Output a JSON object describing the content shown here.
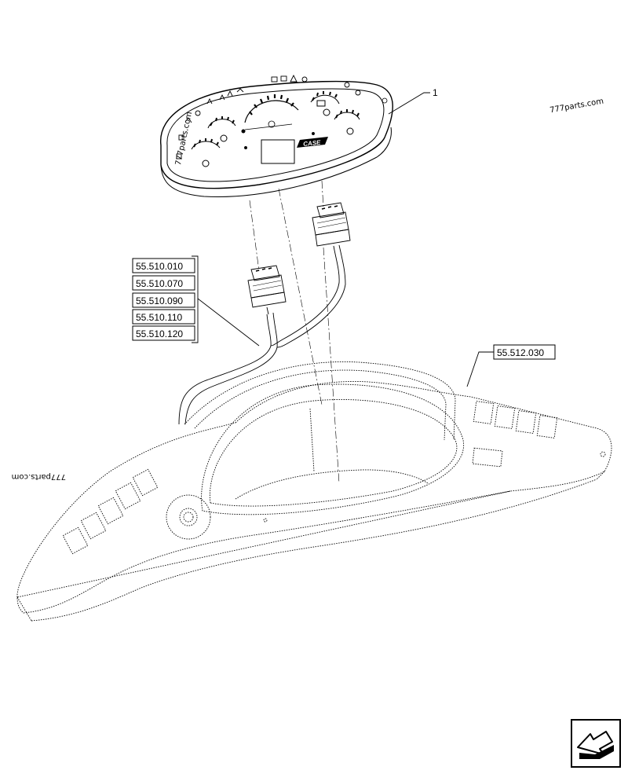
{
  "callouts": {
    "item_number": "1",
    "group_refs": [
      "55.510.010",
      "55.510.070",
      "55.510.090",
      "55.510.110",
      "55.510.120"
    ],
    "console_ref": "55.512.030"
  },
  "watermarks": {
    "top_right": "777parts.com",
    "cluster": "777parts.com",
    "console": "777parts.com"
  },
  "cluster": {
    "brand": "CASE"
  },
  "nav_icon": "return-arrow-icon"
}
